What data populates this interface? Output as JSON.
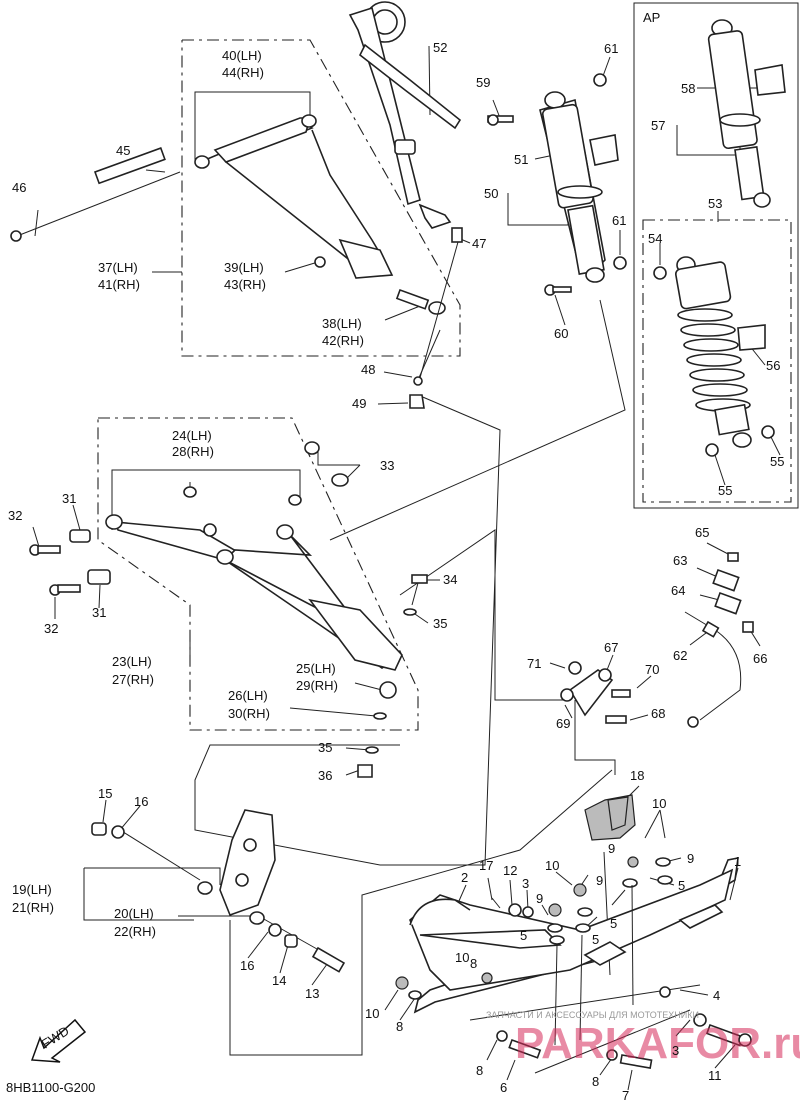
{
  "diagram_code": "8HB1100-G200",
  "panel_label": "AP",
  "fwd_label": "FWD",
  "watermark": {
    "main": "PARKAFOR.ru",
    "sub": "ЗАПЧАСТИ И АКСЕССУАРЫ ДЛЯ МОТОТЕХНИКИ"
  },
  "labels": {
    "p1": "1",
    "p2": "2",
    "p3": "3",
    "p3b": "3",
    "p4": "4",
    "p5a": "5",
    "p5b": "5",
    "p5c": "5",
    "p5d": "5",
    "p6": "6",
    "p7": "7",
    "p8a": "8",
    "p8b": "8",
    "p8c": "8",
    "p8d": "8",
    "p9a": "9",
    "p9b": "9",
    "p9c": "9",
    "p9d": "9",
    "p10a": "10",
    "p10b": "10",
    "p10c": "10",
    "p10d": "10",
    "p11": "11",
    "p12": "12",
    "p13": "13",
    "p14": "14",
    "p15": "15",
    "p16a": "16",
    "p16b": "16",
    "p17": "17",
    "p18": "18",
    "p19": "19(LH)",
    "p21": "21(RH)",
    "p20": "20(LH)",
    "p22": "22(RH)",
    "p23": "23(LH)",
    "p27": "27(RH)",
    "p24": "24(LH)",
    "p28": "28(RH)",
    "p25": "25(LH)",
    "p29": "29(RH)",
    "p26": "26(LH)",
    "p30": "30(RH)",
    "p31a": "31",
    "p31b": "31",
    "p32a": "32",
    "p32b": "32",
    "p33": "33",
    "p34": "34",
    "p35a": "35",
    "p35b": "35",
    "p36": "36",
    "p37": "37(LH)",
    "p41": "41(RH)",
    "p38": "38(LH)",
    "p42": "42(RH)",
    "p39": "39(LH)",
    "p43": "43(RH)",
    "p40": "40(LH)",
    "p44": "44(RH)",
    "p45": "45",
    "p46": "46",
    "p47": "47",
    "p48": "48",
    "p49": "49",
    "p50": "50",
    "p51": "51",
    "p52": "52",
    "p53": "53",
    "p54": "54",
    "p55a": "55",
    "p55b": "55",
    "p56": "56",
    "p57": "57",
    "p58": "58",
    "p59": "59",
    "p60": "60",
    "p61a": "61",
    "p61b": "61",
    "p62": "62",
    "p63": "63",
    "p64": "64",
    "p65": "65",
    "p66": "66",
    "p67": "67",
    "p68": "68",
    "p69": "69",
    "p70": "70",
    "p71": "71"
  },
  "positions": {}
}
